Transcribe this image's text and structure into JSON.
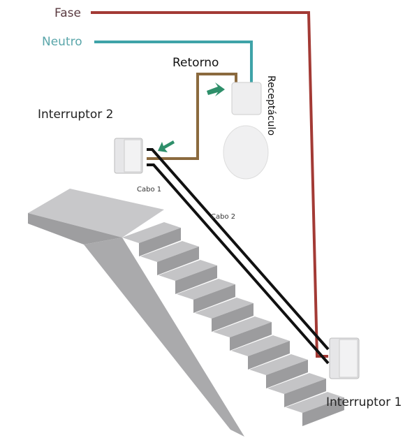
{
  "diagram": {
    "type": "three-way switch wiring (staircase)",
    "labels": {
      "fase": "Fase",
      "neutro": "Neutro",
      "retorno": "Retorno",
      "receptaculo": "Receptáculo",
      "interruptor_2": "Interruptor 2",
      "interruptor_1": "Interruptor 1",
      "cabo_1": "Cabo 1",
      "cabo_2": "Cabo 2"
    },
    "wires": [
      {
        "name": "Fase",
        "color": "#a33a35",
        "from": "label",
        "to": "Interruptor 1"
      },
      {
        "name": "Neutro",
        "color": "#3fa3a8",
        "from": "label",
        "to": "Receptáculo"
      },
      {
        "name": "Retorno",
        "color": "#8b6a3e",
        "from": "Interruptor 2",
        "to": "Receptáculo"
      },
      {
        "name": "Cabo 1",
        "color": "#111111",
        "from": "Interruptor 2",
        "to": "Interruptor 1"
      },
      {
        "name": "Cabo 2",
        "color": "#111111",
        "from": "Interruptor 2",
        "to": "Interruptor 1"
      }
    ],
    "colors": {
      "arrow": "#2e8f6a",
      "stairs": "#b9b9bb",
      "switch": "#e6e6e8"
    },
    "stair_steps": 10
  }
}
